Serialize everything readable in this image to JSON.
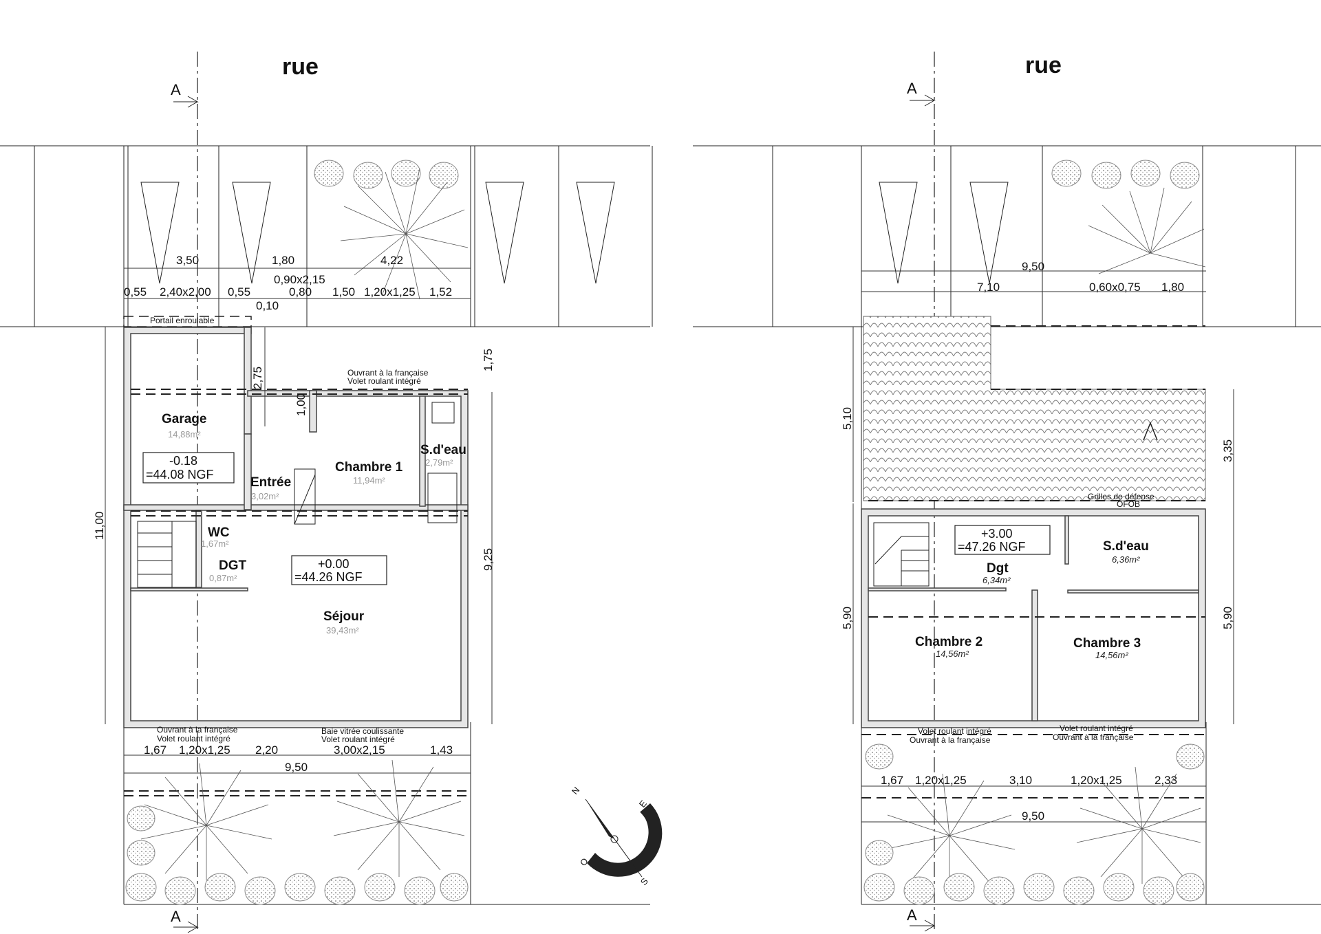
{
  "plans": [
    {
      "street": "rue",
      "section_top": "A",
      "section_bottom": "A",
      "dims_top_1": [
        "3,50",
        "1,80",
        "4,22"
      ],
      "dims_top_2": [
        "0,55",
        "2,40x2,00",
        "0,55",
        "0,80",
        "1,50",
        "1,20x1,25",
        "1,52"
      ],
      "dim_door": "0,90x2,15",
      "dim_010": "0,10",
      "gate_note": "Portail enroulable",
      "window_note_1": "Ouvrant à la française",
      "window_note_2": "Volet roulant intégré",
      "dim_275": "2,75",
      "dim_100": "1,00",
      "dim_175": "1,75",
      "dim_1100": "11,00",
      "dim_925": "9,25",
      "rooms": {
        "garage": "Garage",
        "garage_area": "14,88m²",
        "chambre1": "Chambre 1",
        "chambre1_area": "11,94m²",
        "sdeau": "S.d'eau",
        "sdeau_area": "2,79m²",
        "entree": "Entrée",
        "entree_area": "3,02m²",
        "wc": "WC",
        "wc_area": "1,67m²",
        "dgt": "DGT",
        "dgt_area": "0,87m²",
        "sejour": "Séjour",
        "sejour_area": "39,43m²"
      },
      "level_garage_1": "-0.18",
      "level_garage_2": "=44.08 NGF",
      "level_main_1": "+0.00",
      "level_main_2": "=44.26 NGF",
      "bottom_note_l1": "Ouvrant à la française",
      "bottom_note_l2": "Volet roulant intégré",
      "bottom_note_r1": "Baie vitrée coulissante",
      "bottom_note_r2": "Volet roulant intégré",
      "dims_bottom": [
        "1,67",
        "1,20x1,25",
        "2,20",
        "3,00x2,15",
        "1,43"
      ],
      "dim_950": "9,50"
    },
    {
      "street": "rue",
      "section_top": "A",
      "section_bottom": "A",
      "dim_950_top": "9,50",
      "dims_top_2": [
        "7,10",
        "0,60x0,75",
        "1,80"
      ],
      "dim_510": "5,10",
      "dim_335": "3,35",
      "dim_590_l": "5,90",
      "dim_590_r": "5,90",
      "grille_1": "Grilles de défense",
      "grille_2": "OFOB",
      "rooms": {
        "dgt": "Dgt",
        "dgt_area": "6,34m²",
        "sdeau": "S.d'eau",
        "sdeau_area": "6,36m²",
        "ch2": "Chambre 2",
        "ch2_area": "14,56m²",
        "ch3": "Chambre 3",
        "ch3_area": "14,56m²"
      },
      "level_1": "+3.00",
      "level_2": "=47.26 NGF",
      "bottom_note_l1": "Volet roulant intégré",
      "bottom_note_l2": "Ouvrant à la française",
      "bottom_note_r1": "Volet roulant intégré",
      "bottom_note_r2": "Ouvrant à la française",
      "dims_bottom": [
        "1,67",
        "1,20x1,25",
        "3,10",
        "1,20x1,25",
        "2,33"
      ],
      "dim_950": "9,50"
    }
  ],
  "compass": {
    "n": "N",
    "e": "E",
    "s": "S",
    "o": "O"
  }
}
